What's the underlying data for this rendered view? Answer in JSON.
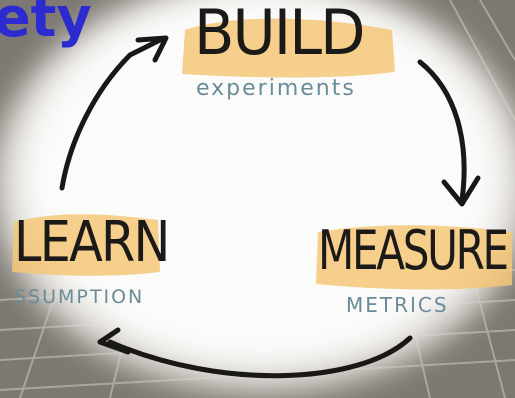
{
  "corner_title": "ety",
  "cycle": {
    "build": {
      "title": "BUILD",
      "subtitle": "experiments"
    },
    "measure": {
      "title": "MEASURE",
      "subtitle": "METRICS"
    },
    "learn": {
      "title": "LEARN",
      "subtitle": "SSUMPTION"
    }
  },
  "colors": {
    "highlight": "#f3c777",
    "ink": "#1c1a18",
    "subtitle": "#6a8c9a",
    "corner_title": "#2b2bd0"
  }
}
